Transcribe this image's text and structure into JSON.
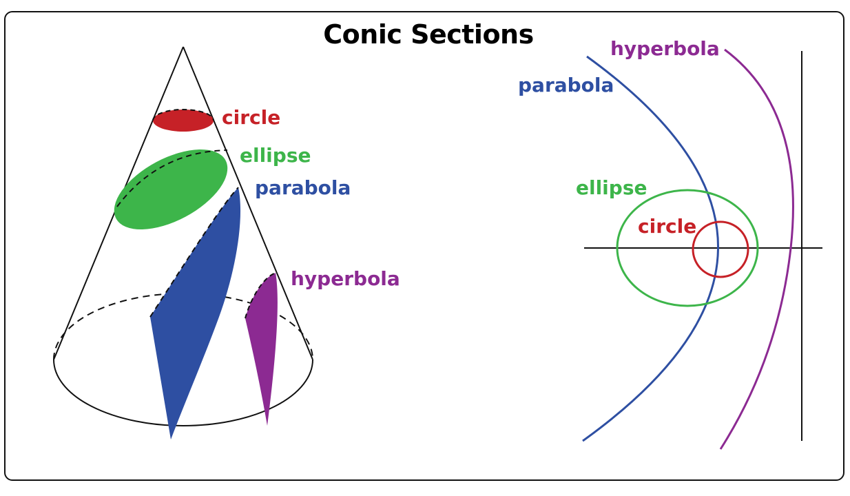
{
  "title": "Conic Sections",
  "colors": {
    "circle": "#c62127",
    "ellipse": "#3db54a",
    "parabola": "#2e4fa2",
    "hyperbola": "#8c2a92",
    "outline": "#111111"
  },
  "cone_labels": {
    "circle": "circle",
    "ellipse": "ellipse",
    "parabola": "parabola",
    "hyperbola": "hyperbola"
  },
  "plane_labels": {
    "hyperbola": "hyperbola",
    "parabola": "parabola",
    "ellipse": "ellipse",
    "circle": "circle"
  }
}
